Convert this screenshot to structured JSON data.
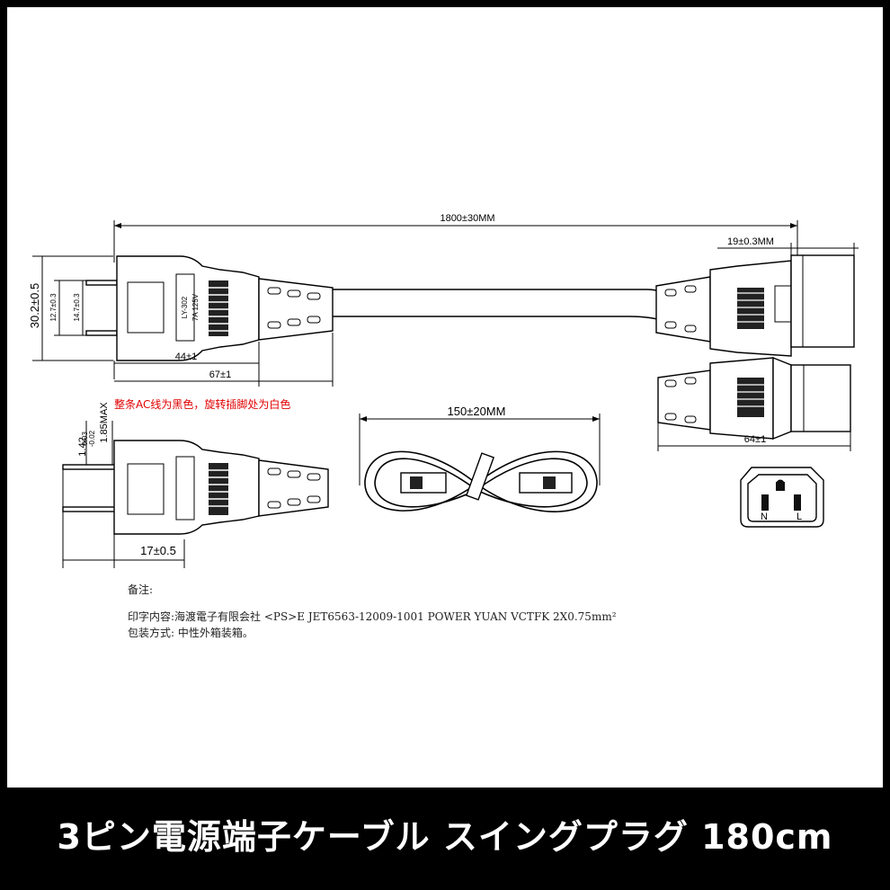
{
  "dimensions": {
    "total_length": "1800±30MM",
    "connector_width": "19±0.3MM",
    "plug_height": "30.2±0.5",
    "pin_spacing_inner": "12.7±0.3",
    "pin_spacing_outer": "14.7±0.3",
    "plug_body_length": "44±1",
    "plug_total_length": "67±1",
    "pin_thickness": "1.42",
    "pin_thickness_tol_plus": "0.03",
    "pin_thickness_tol_minus": "-0.02",
    "pin_max": "1.85MAX",
    "pin_length": "17±0.5",
    "coil_length": "150±20MM",
    "connector_length": "64±1"
  },
  "markings": {
    "plug_model": "LY-302",
    "plug_rating": "7A 125V",
    "conn_terminal_n": "N",
    "conn_terminal_l": "L"
  },
  "red_note": "整条AC线为黑色，旋转插脚处为白色",
  "notes": {
    "heading": "备注:",
    "line1": "印字内容:海渡電子有限会社 <PS>E JET6563-12009-1001  POWER YUAN VCTFK 2X0.75mm²",
    "line2": "包装方式: 中性外箱装箱。"
  },
  "banner": {
    "title": "3ピン電源端子ケーブル スイングプラグ 180cm"
  }
}
